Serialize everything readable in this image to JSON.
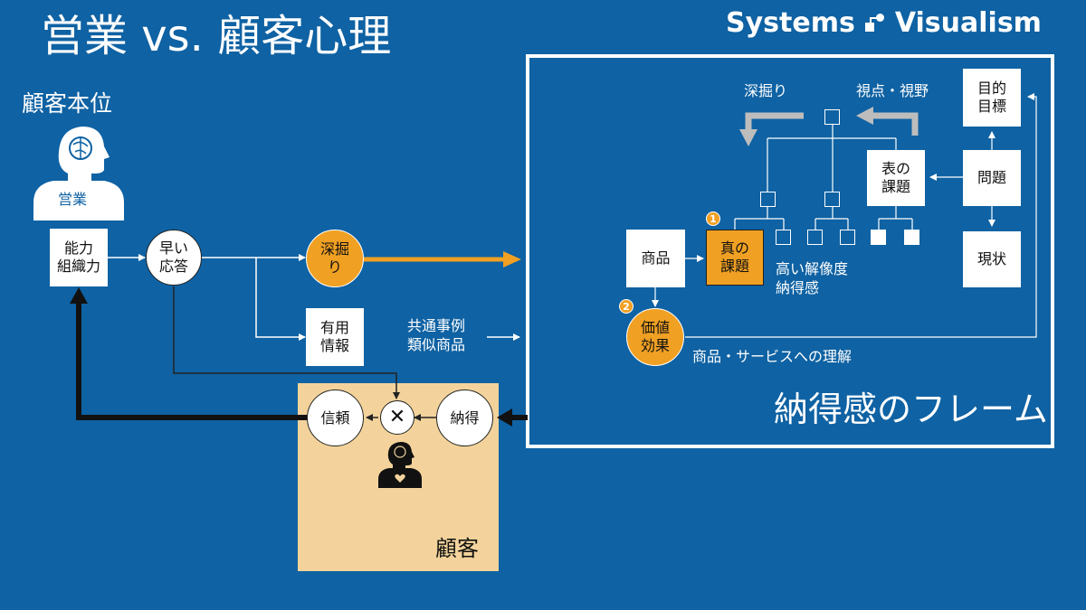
{
  "slide": {
    "title": "営業 vs. 顧客心理",
    "brand": {
      "left": "Systems",
      "right": "Visualism"
    },
    "colors": {
      "background": "#0f62a3",
      "accent": "#f0a023",
      "customer_area": "#f3d39b",
      "line": "#ffffff",
      "dark": "#111111"
    }
  },
  "left": {
    "section_title": "顧客本位",
    "head_label": "営業",
    "ability_box": [
      "能力",
      "組織力"
    ],
    "quick_response": [
      "早い",
      "応答"
    ],
    "deep_dig": [
      "深掘",
      "り"
    ],
    "useful_info": [
      "有用",
      "情報"
    ],
    "useful_info_note": [
      "共通事例",
      "類似商品"
    ]
  },
  "customer": {
    "label": "顧客",
    "trust": "信頼",
    "satisfaction": "納得",
    "cross": "✕"
  },
  "frame": {
    "title": "納得感のフレーム",
    "deep_dig_label": "深掘り",
    "viewpoint_label": "視点・視野",
    "goal": [
      "目的",
      "目標"
    ],
    "problem": "問題",
    "current_state": "現状",
    "surface_issue": [
      "表の",
      "課題"
    ],
    "product": "商品",
    "true_issue": [
      "真の",
      "課題"
    ],
    "true_issue_badge": "1",
    "true_issue_note": [
      "高い解像度",
      "納得感"
    ],
    "value_effect": [
      "価値",
      "効果"
    ],
    "value_effect_badge": "2",
    "value_effect_note": "商品・サービスへの理解"
  }
}
